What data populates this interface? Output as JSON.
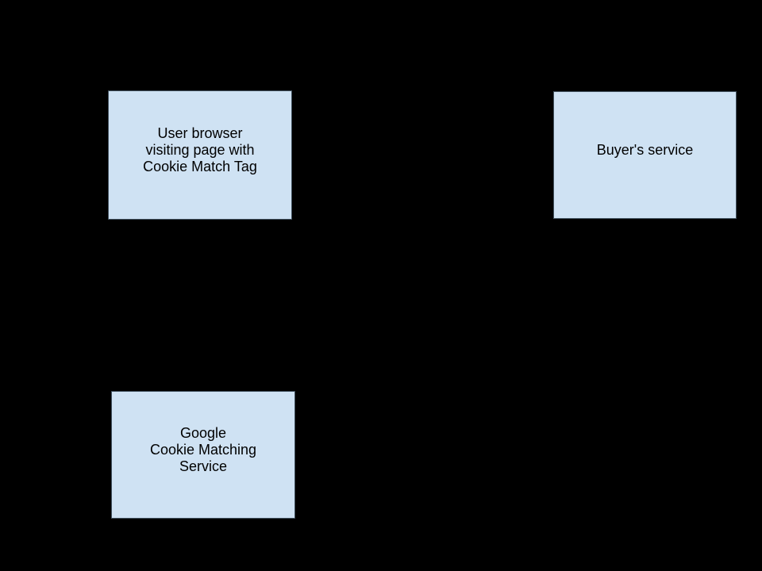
{
  "diagram": {
    "background_color": "#000000",
    "node_fill_color": "#cfe2f3",
    "node_text_color": "#000000",
    "nodes": {
      "user_browser": {
        "label": "User browser\nvisiting page with\nCookie Match Tag"
      },
      "buyers_service": {
        "label": "Buyer's service"
      },
      "google_cookie_matching": {
        "label": "Google\nCookie Matching\nService"
      }
    }
  }
}
